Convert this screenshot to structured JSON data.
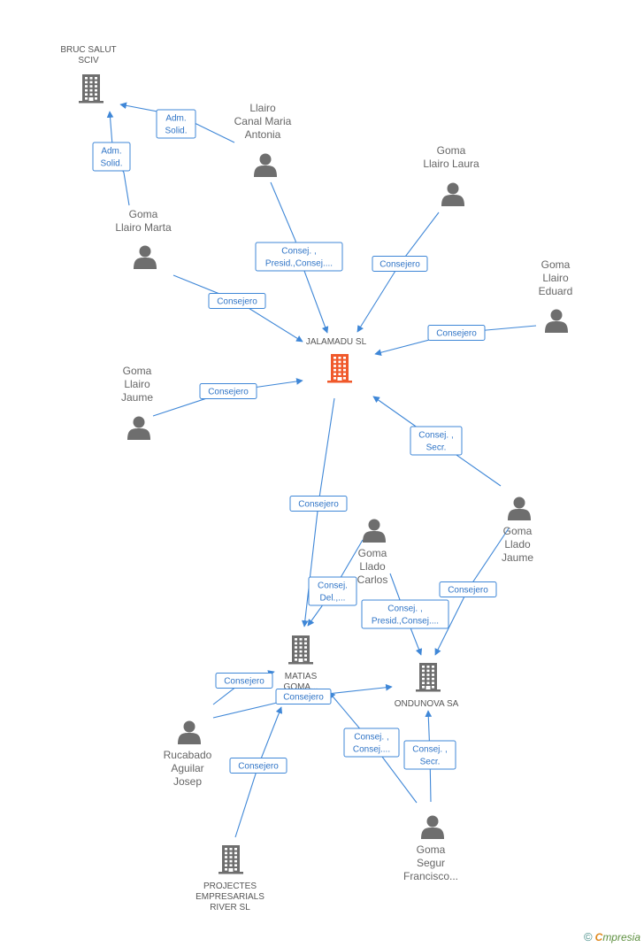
{
  "colors": {
    "edge": "#3f87d7",
    "edge_text": "#2f74c6",
    "person": "#6e6e6e",
    "company": "#6e6e6e",
    "focus_company": "#f0592b"
  },
  "nodes": [
    {
      "id": "bruc",
      "kind": "company",
      "lines": [
        "BRUC SALUT",
        "SCIV"
      ]
    },
    {
      "id": "antonia",
      "kind": "person",
      "lines": [
        "Llairo",
        "Canal Maria",
        "Antonia"
      ]
    },
    {
      "id": "laura",
      "kind": "person",
      "lines": [
        "Goma",
        "Llairo Laura"
      ]
    },
    {
      "id": "marta",
      "kind": "person",
      "lines": [
        "Goma",
        "Llairo Marta"
      ]
    },
    {
      "id": "eduard",
      "kind": "person",
      "lines": [
        "Goma",
        "Llairo",
        "Eduard"
      ]
    },
    {
      "id": "jalamadu",
      "kind": "focus",
      "lines": [
        "JALAMADU SL"
      ]
    },
    {
      "id": "jaume_l",
      "kind": "person",
      "lines": [
        "Goma",
        "Llairo",
        "Jaume"
      ]
    },
    {
      "id": "jaume_ll",
      "kind": "person",
      "lines": [
        "Goma",
        "Llado",
        "Jaume"
      ]
    },
    {
      "id": "carlos",
      "kind": "person",
      "lines": [
        "Goma",
        "Llado",
        "Carlos"
      ]
    },
    {
      "id": "matias",
      "kind": "company",
      "lines": [
        "MATIAS",
        "GOMA..."
      ]
    },
    {
      "id": "ondunova",
      "kind": "company",
      "lines": [
        "ONDUNOVA SA"
      ]
    },
    {
      "id": "rucabado",
      "kind": "person",
      "lines": [
        "Rucabado",
        "Aguilar",
        "Josep"
      ]
    },
    {
      "id": "francisco",
      "kind": "person",
      "lines": [
        "Goma",
        "Segur",
        "Francisco..."
      ]
    },
    {
      "id": "projectes",
      "kind": "company",
      "lines": [
        "PROJECTES",
        "EMPRESARIALS",
        "RIVER SL"
      ]
    }
  ],
  "edges": [
    {
      "id": "antonia-bruc",
      "lines": [
        "Adm.",
        "Solid."
      ]
    },
    {
      "id": "marta-bruc",
      "lines": [
        "Adm.",
        "Solid."
      ]
    },
    {
      "id": "antonia-jalamadu",
      "lines": [
        "Consej. ,",
        "Presid.,Consej...."
      ]
    },
    {
      "id": "laura-jalamadu",
      "lines": [
        "Consejero"
      ]
    },
    {
      "id": "marta-jalamadu",
      "lines": [
        "Consejero"
      ]
    },
    {
      "id": "eduard-jalamadu",
      "lines": [
        "Consejero"
      ]
    },
    {
      "id": "jaume_l-jalamadu",
      "lines": [
        "Consejero"
      ]
    },
    {
      "id": "jaume_ll-jalamadu",
      "lines": [
        "Consej. ,",
        "Secr."
      ]
    },
    {
      "id": "jalamadu-matias",
      "lines": [
        "Consejero"
      ]
    },
    {
      "id": "carlos-matias",
      "lines": [
        "Consej.",
        "Del.,..."
      ]
    },
    {
      "id": "carlos-ondunova",
      "lines": [
        "Consej. ,",
        "Presid.,Consej...."
      ]
    },
    {
      "id": "jaume_ll-ondunova",
      "lines": [
        "Consejero"
      ]
    },
    {
      "id": "rucabado-matias",
      "lines": [
        "Consejero"
      ]
    },
    {
      "id": "rucabado-ondunova",
      "lines": [
        "Consejero"
      ]
    },
    {
      "id": "projectes-matias",
      "lines": [
        "Consejero"
      ]
    },
    {
      "id": "francisco-matias",
      "lines": [
        "Consej. ,",
        "Consej...."
      ]
    },
    {
      "id": "francisco-ondunova",
      "lines": [
        "Consej. ,",
        "Secr."
      ]
    }
  ],
  "brand": {
    "copyright": "©",
    "initial": "C",
    "rest": "mpresia"
  }
}
